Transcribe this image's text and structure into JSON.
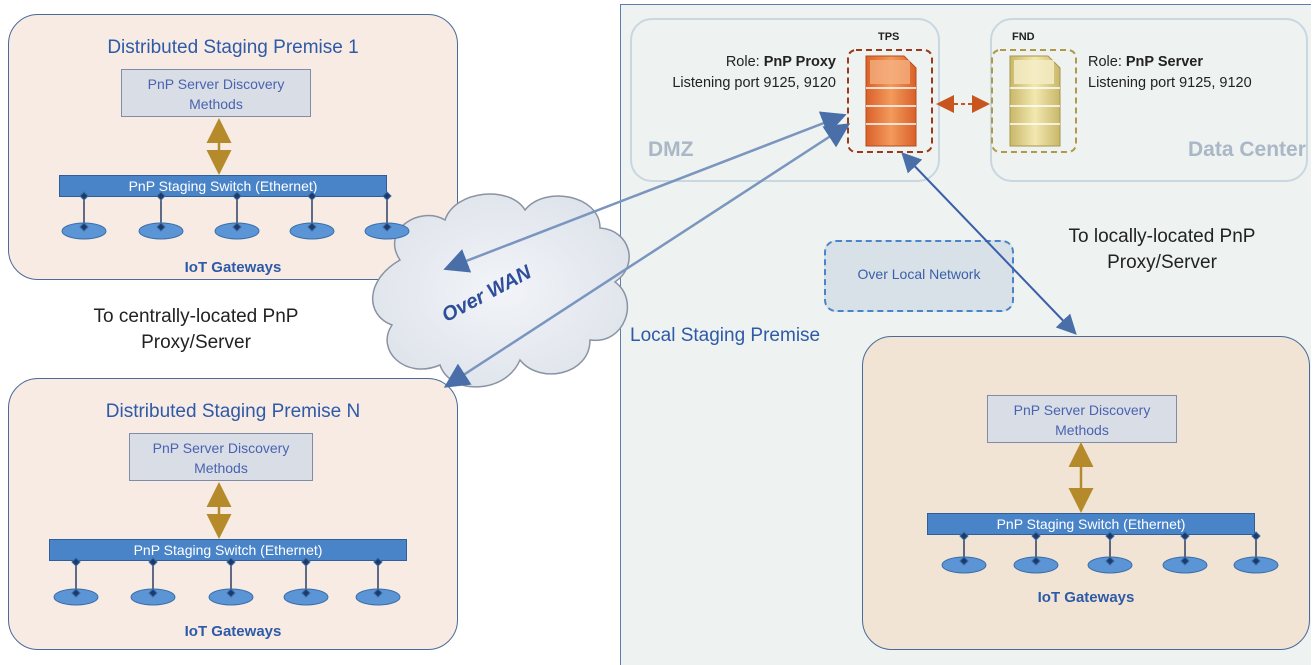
{
  "premise1": {
    "title": "Distributed Staging Premise 1",
    "discovery": "PnP Server Discovery Methods",
    "switch": "PnP Staging Switch (Ethernet)",
    "gateways": "IoT Gateways"
  },
  "premiseN": {
    "title": "Distributed Staging Premise N",
    "discovery": "PnP Server Discovery Methods",
    "switch": "PnP Staging Switch (Ethernet)",
    "gateways": "IoT Gateways"
  },
  "local": {
    "title": "Local Staging Premise",
    "discovery": "PnP Server Discovery Methods",
    "switch": "PnP Staging Switch (Ethernet)",
    "gateways": "IoT Gateways",
    "over_local": "Over Local Network",
    "to_local": "To locally-located PnP Proxy/Server"
  },
  "wan": {
    "label": "Over WAN",
    "to_central": "To centrally-located PnP Proxy/Server"
  },
  "dmz": {
    "label": "DMZ",
    "device": "TPS",
    "role_prefix": "Role: ",
    "role": "PnP Proxy",
    "ports": "Listening port 9125, 9120"
  },
  "datacenter": {
    "label": "Data Center",
    "device": "FND",
    "role_prefix": "Role: ",
    "role": "PnP Server",
    "ports": "Listening port 9125, 9120"
  },
  "colors": {
    "premise_fill": "#f7ebe3",
    "local_fill": "#f1e4d5",
    "title_blue": "#2e5aa8",
    "switch_blue": "#4a84c8",
    "link_gold": "#b58a2a",
    "tps_orange": "#e07a3a",
    "fnd_yellow": "#e6d48a"
  }
}
